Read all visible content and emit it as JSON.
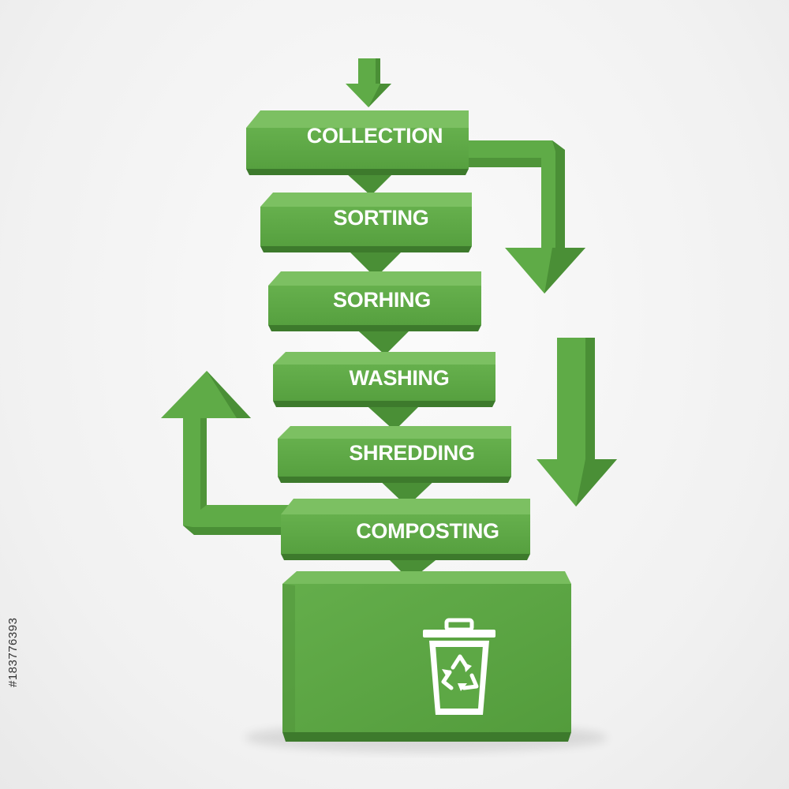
{
  "diagram": {
    "steps": [
      {
        "label": "COLLECTION"
      },
      {
        "label": "SORTING"
      },
      {
        "label": "SORHING"
      },
      {
        "label": "WASHING"
      },
      {
        "label": "SHREDDING"
      },
      {
        "label": "COMPOSTING"
      }
    ],
    "bin_icon": "recycle-bin-icon"
  },
  "watermark": {
    "stock_id": "#183776393"
  },
  "colors": {
    "green_top": "#76bb5a",
    "green_front": "#5da845",
    "green_side": "#4a8f36",
    "green_dark": "#3d7a2c",
    "text": "#ffffff",
    "background": "#f3f3f3"
  }
}
